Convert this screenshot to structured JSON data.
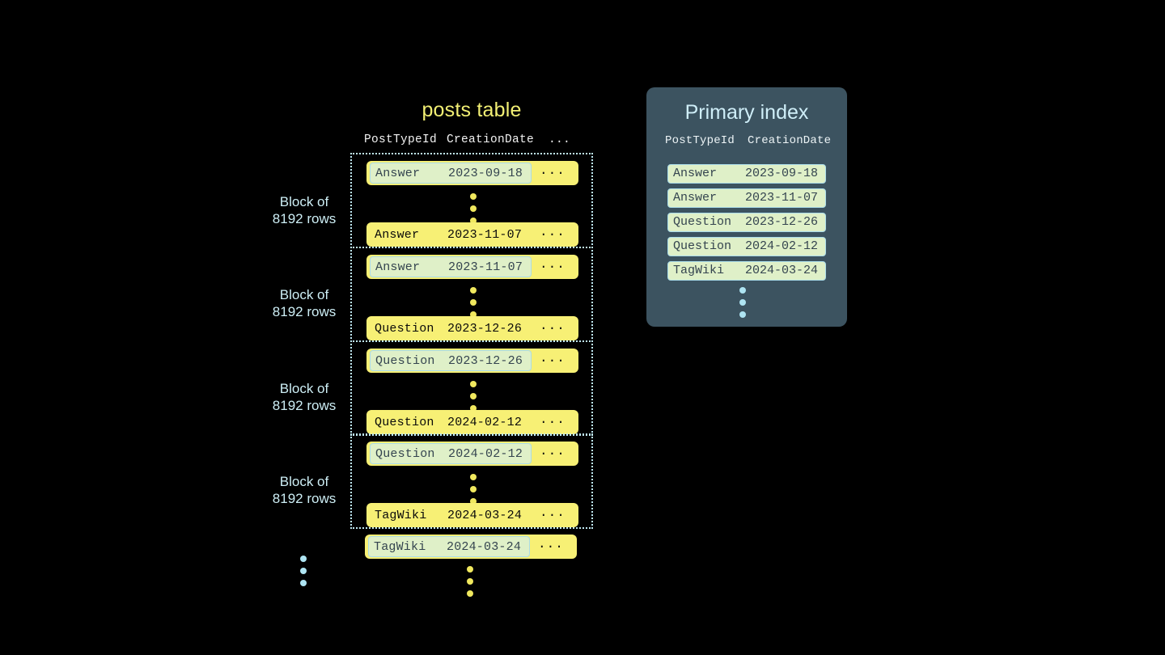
{
  "posts_table": {
    "title": "posts table",
    "columns": [
      "PostTypeId",
      "CreationDate",
      "..."
    ],
    "blocks": [
      {
        "label_line1": "Block of",
        "label_line2": "8192 rows",
        "first_row": {
          "post_type": "Answer",
          "creation_date": "2023-09-18",
          "more": "...",
          "highlighted": true
        },
        "last_row": {
          "post_type": "Answer",
          "creation_date": "2023-11-07",
          "more": "...",
          "highlighted": false
        }
      },
      {
        "label_line1": "Block of",
        "label_line2": "8192 rows",
        "first_row": {
          "post_type": "Answer",
          "creation_date": "2023-11-07",
          "more": "...",
          "highlighted": true
        },
        "last_row": {
          "post_type": "Question",
          "creation_date": "2023-12-26",
          "more": "...",
          "highlighted": false
        }
      },
      {
        "label_line1": "Block of",
        "label_line2": "8192 rows",
        "first_row": {
          "post_type": "Question",
          "creation_date": "2023-12-26",
          "more": "...",
          "highlighted": true
        },
        "last_row": {
          "post_type": "Question",
          "creation_date": "2024-02-12",
          "more": "...",
          "highlighted": false
        }
      },
      {
        "label_line1": "Block of",
        "label_line2": "8192 rows",
        "first_row": {
          "post_type": "Question",
          "creation_date": "2024-02-12",
          "more": "...",
          "highlighted": true
        },
        "last_row": {
          "post_type": "TagWiki",
          "creation_date": "2024-03-24",
          "more": "...",
          "highlighted": false
        }
      }
    ],
    "trailing_row": {
      "post_type": "TagWiki",
      "creation_date": "2024-03-24",
      "more": "...",
      "highlighted": true
    }
  },
  "primary_index": {
    "title": "Primary index",
    "columns": [
      "PostTypeId",
      "CreationDate"
    ],
    "rows": [
      {
        "post_type": "Answer",
        "creation_date": "2023-09-18"
      },
      {
        "post_type": "Answer",
        "creation_date": "2023-11-07"
      },
      {
        "post_type": "Question",
        "creation_date": "2023-12-26"
      },
      {
        "post_type": "Question",
        "creation_date": "2024-02-12"
      },
      {
        "post_type": "TagWiki",
        "creation_date": "2024-03-24"
      }
    ]
  },
  "colors": {
    "background": "#000000",
    "row_yellow": "#f7f075",
    "highlight_green": "#dff0c8",
    "highlight_border": "#aadcea",
    "panel_slate": "#3c5360",
    "label_cyan": "#cdeef5",
    "title_yellow": "#f2ef74",
    "dot_yellow": "#f0e85e",
    "dot_blue": "#aee4f2"
  }
}
